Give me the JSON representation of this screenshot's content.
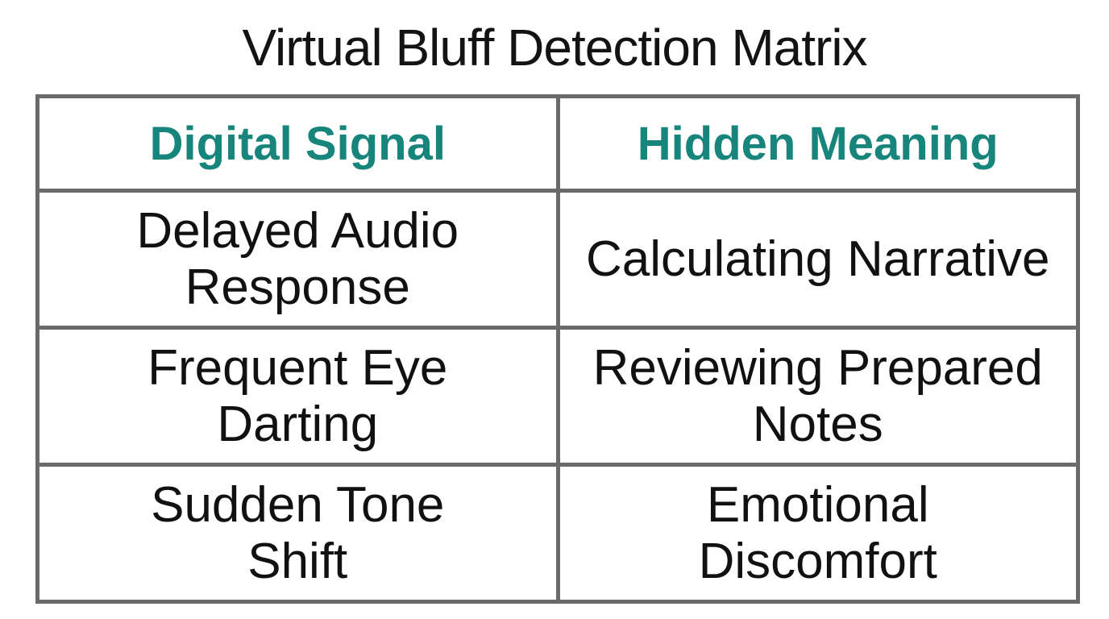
{
  "page": {
    "title": "Virtual Bluff Detection Matrix"
  },
  "chart_data": {
    "type": "table",
    "title": "Virtual Bluff Detection Matrix",
    "columns": [
      "Digital Signal",
      "Hidden Meaning"
    ],
    "rows": [
      [
        "Delayed Audio\nResponse",
        "Calculating Narrative"
      ],
      [
        "Frequent Eye\nDarting",
        "Reviewing Prepared\nNotes"
      ],
      [
        "Sudden Tone\nShift",
        "Emotional\nDiscomfort"
      ]
    ],
    "layout": {
      "legend": "none",
      "grid": "full-cell-borders",
      "header_row": true,
      "column_count": 2,
      "data_row_count": 3
    },
    "colors": {
      "header_text": "#17857c",
      "body_text": "#111111",
      "border": "#6a6a6a",
      "background": "#ffffff",
      "title_text": "#131313"
    }
  }
}
